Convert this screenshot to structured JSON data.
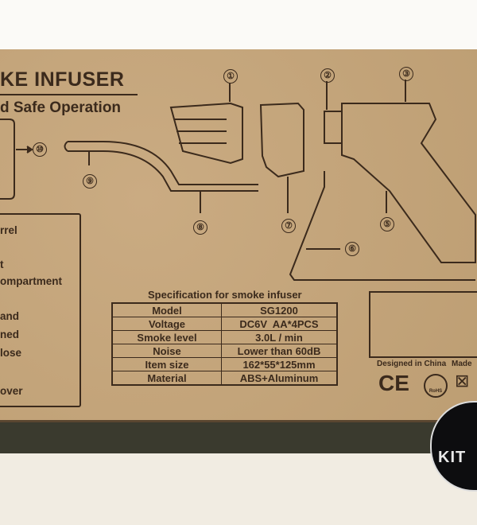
{
  "box": {
    "title": "KE INFUSER",
    "subtitle": "d Safe Operation",
    "legend_items": [
      "rrel",
      "t",
      "ompartment",
      "and",
      "ned",
      "lose",
      "over"
    ],
    "callouts": [
      "①",
      "②",
      "③",
      "⑤",
      "⑥",
      "⑦",
      "⑧",
      "⑨",
      "⑩"
    ],
    "spec_title": "Specification for smoke infuser",
    "spec": [
      {
        "key": "Model",
        "value": "SG1200"
      },
      {
        "key": "Voltage",
        "value": "DC6V  AA*4PCS"
      },
      {
        "key": "Smoke level",
        "value": "3.0L / min"
      },
      {
        "key": "Noise",
        "value": "Lower than 60dB"
      },
      {
        "key": "Item size",
        "value": "162*55*125mm"
      },
      {
        "key": "Material",
        "value": "ABS+Aluminum"
      }
    ],
    "designed_in": "Designed in China",
    "made_in": "Made",
    "ce_mark": "CE",
    "rohs_mark": "RoHS"
  },
  "watermark": {
    "text": "KIT"
  }
}
